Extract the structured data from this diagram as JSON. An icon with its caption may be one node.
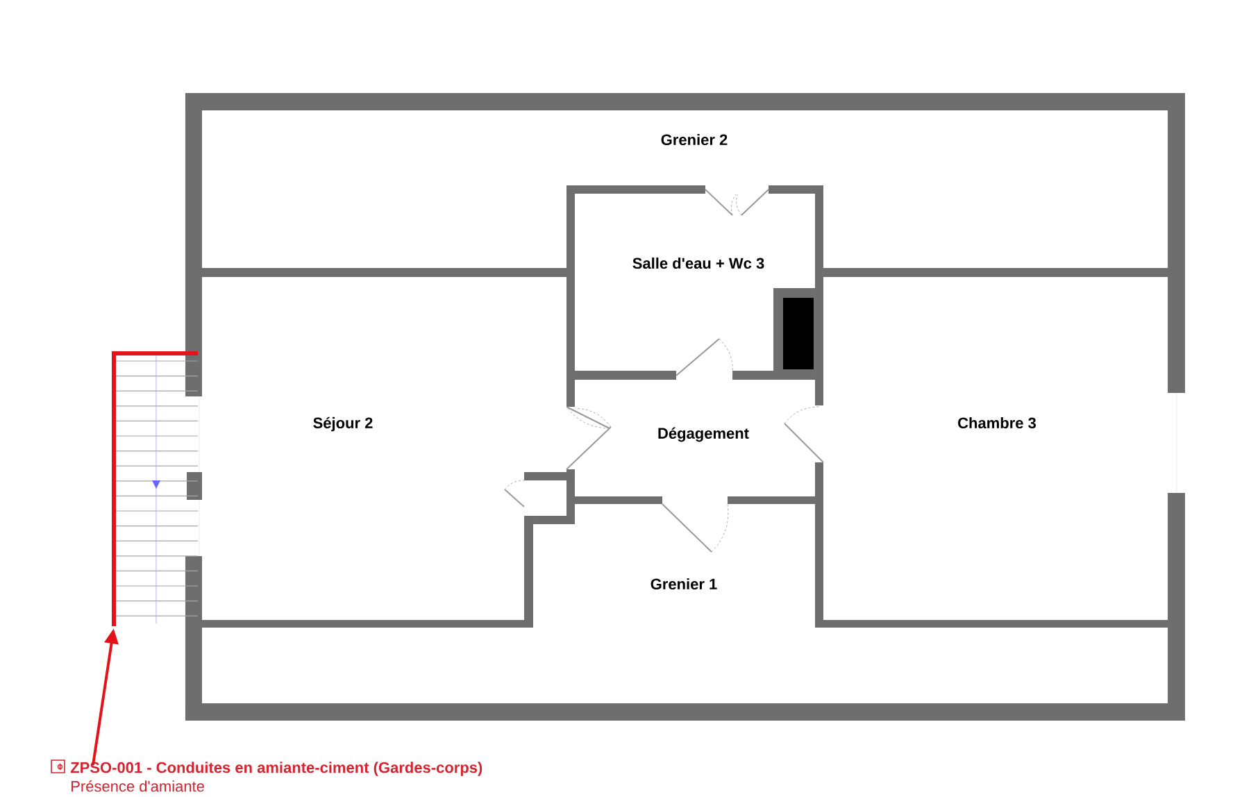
{
  "diagram": {
    "nodes": [
      {
        "text": [
          "ZPSO-001 - Conduites en amiante-ciment (Gardes-corps)",
          "Présence d'amiante"
        ]
      },
      {
        "text": [],
        "shape": "bar"
      }
    ],
    "edges": [
      {
        "from": 0,
        "to": 1,
        "arrow": "to"
      }
    ],
    "labels": [
      "Grenier 2",
      "Salle d'eau + Wc 3",
      "Séjour 2",
      "Dégagement",
      "Chambre 3",
      "Grenier 1"
    ]
  }
}
